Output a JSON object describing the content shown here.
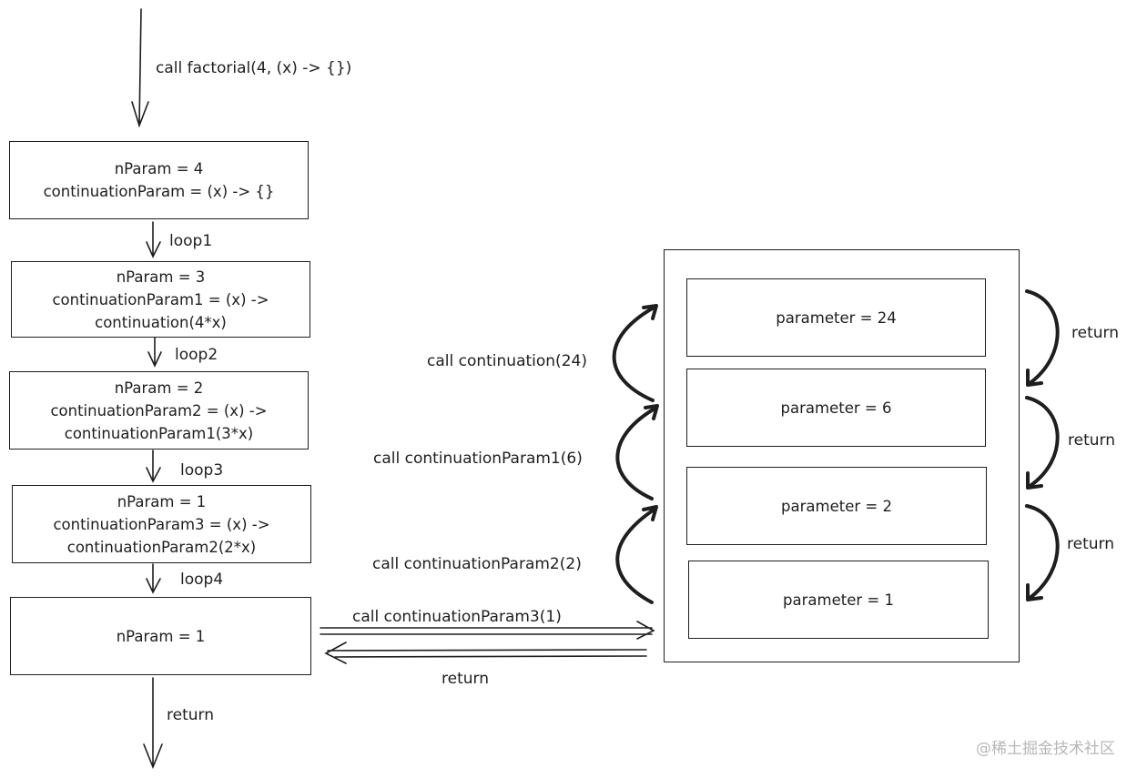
{
  "top_call": "call factorial(4, (x) -> {})",
  "left_boxes": [
    {
      "lines": [
        "nParam = 4",
        "continuationParam = (x) -> {}"
      ]
    },
    {
      "lines": [
        "nParam = 3",
        "continuationParam1 = (x) ->",
        "continuation(4*x)"
      ]
    },
    {
      "lines": [
        "nParam = 2",
        "continuationParam2 = (x) ->",
        "continuationParam1(3*x)"
      ]
    },
    {
      "lines": [
        "nParam = 1",
        "continuationParam3 = (x) ->",
        "continuationParam2(2*x)"
      ]
    },
    {
      "lines": [
        "nParam = 1"
      ]
    }
  ],
  "loop_labels": [
    "loop1",
    "loop2",
    "loop3",
    "loop4"
  ],
  "bottom_return": "return",
  "call_cont3": "call continuationParam3(1)",
  "return_back": "return",
  "right_params": [
    "parameter = 24",
    "parameter = 6",
    "parameter = 2",
    "parameter = 1"
  ],
  "call_labels": [
    "call continuation(24)",
    "call continuationParam1(6)",
    "call continuationParam2(2)"
  ],
  "right_returns": [
    "return",
    "return",
    "return"
  ],
  "watermark": "@稀土掘金技术社区"
}
